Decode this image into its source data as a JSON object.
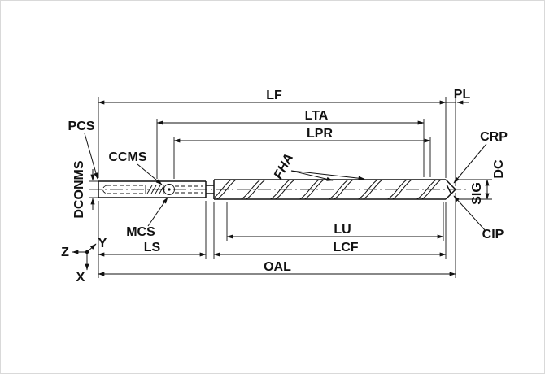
{
  "diagram": {
    "dimensions": {
      "lf": "LF",
      "pl": "PL",
      "lta": "LTA",
      "lpr": "LPR",
      "pcs": "PCS",
      "ccms": "CCMS",
      "dconms": "DCONMS",
      "mcs": "MCS",
      "fha": "FHA",
      "crp": "CRP",
      "dc": "DC",
      "sig": "SIG",
      "cip": "CIP",
      "lu": "LU",
      "lcf": "LCF",
      "ls": "LS",
      "oal": "OAL"
    },
    "axes": {
      "x": "X",
      "y": "Y",
      "z": "Z"
    },
    "colors": {
      "line": "#111111",
      "background": "#ffffff"
    }
  }
}
